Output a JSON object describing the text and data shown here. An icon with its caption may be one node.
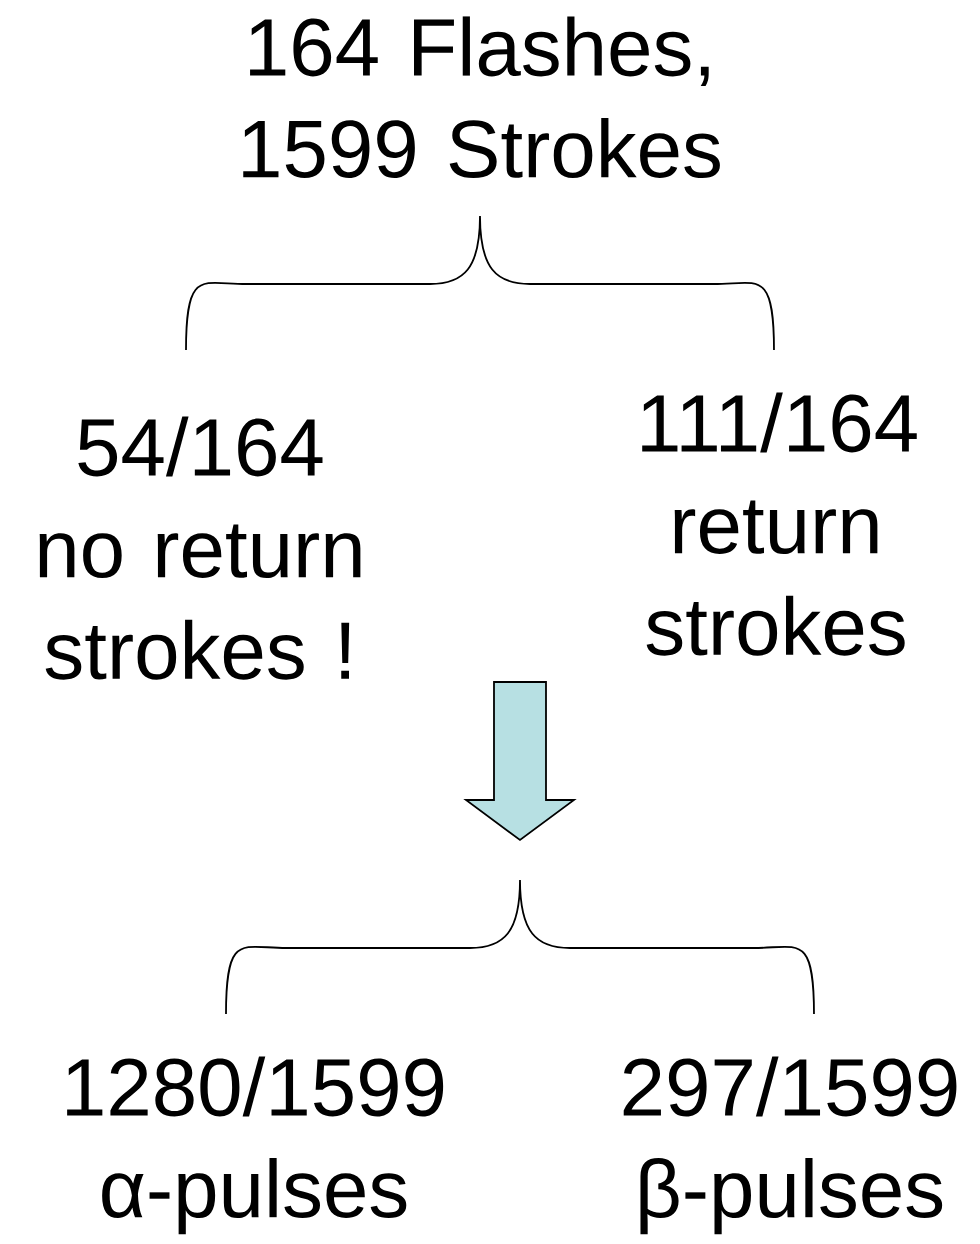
{
  "diagram": {
    "nodes": [
      {
        "text": [
          "164 Flashes, 1599 Strokes"
        ]
      },
      {
        "text": [
          "54/164",
          "no return strokes !"
        ]
      },
      {
        "text": [
          "111/164",
          "return strokes"
        ]
      },
      {
        "text": [
          "1280/1599",
          "α-pulses"
        ]
      },
      {
        "text": [
          "297/1599",
          "β-pulses"
        ]
      }
    ]
  }
}
